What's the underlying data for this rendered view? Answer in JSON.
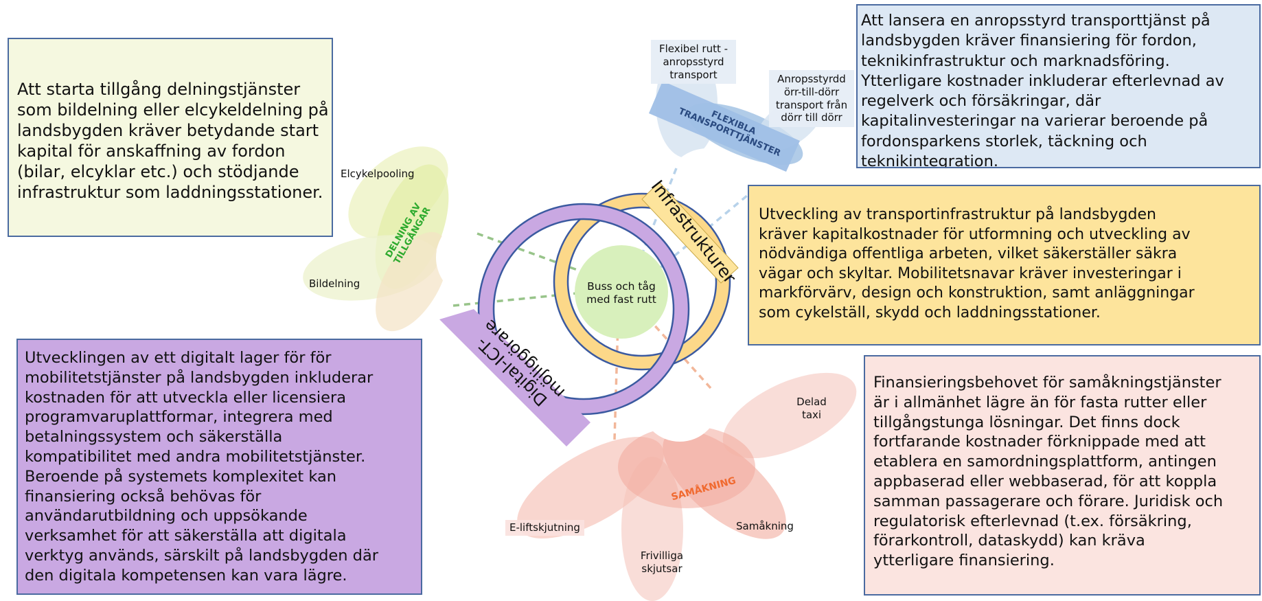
{
  "boxes": {
    "sharing": "Att starta tillgång delningstjänster\nsom bildelning eller elcykeldelning på\nlandsbygden kräver betydande start\nkapital för anskaffning av fordon\n(bilar, elcyklar etc.) och stödjande\ninfrastruktur som laddningsstationer.",
    "flexible": "Att lansera en anropsstyrd transporttjänst på\nlandsbygden kräver finansiering för fordon,\nteknikinfrastruktur och marknadsföring.\nYtterligare kostnader inkluderar efterlevnad av\nregelverk och försäkringar, där\nkapitalinvesteringar na varierar beroende på\nfordonsparkens storlek, täckning och\nteknikintegration.",
    "infrastructure": "Utveckling av transportinfrastruktur på landsbygden\nkräver kapitalkostnader för utformning och utveckling av\nnödvändiga offentliga arbeten, vilket säkerställer säkra\nvägar och skyltar. Mobilitetsnavar kräver investeringar i\nmarkförvärv, design och konstruktion, samt anläggningar\nsom cykelställ, skydd och laddningsstationer.",
    "digital": "Utvecklingen av ett digitalt lager för för\nmobilitetstjänster på landsbygden inkluderar\nkostnaden för att utveckla eller licensiera\nprogramvaruplattformar, integrera med\nbetalningssystem och säkerställa\nkompatibilitet med andra mobilitetstjänster.\nBeroende på systemets komplexitet kan\nfinansiering också behövas för\nanvändarutbildning och uppsökande\nverksamhet för att säkerställa att digitala\nverktyg används, särskilt på landsbygden där\nden digitala kompetensen kan vara lägre.",
    "carpool": "Finansieringsbehovet för samåkningstjänster\när i allmänhet lägre än för fasta rutter eller\ntillgångstunga lösningar. Det finns dock\nfortfarande kostnader förknippade med att\netablera en samordningsplattform, antingen\nappbaserad eller webbaserad, för att koppla\nsamman passagerare och förare. Juridisk och\nregulatorisk efterlevnad (t.ex. försäkring,\nförarkontroll, dataskydd) kan kräva\nytterligare finansiering."
  },
  "diagram": {
    "center": "Buss och tåg\nmed fast rutt",
    "infra_label": "Infrastrukturer",
    "digital_label": "Digital-ICT-\nmöjliggörare",
    "sharing_title": "DELNING AV\nTILLGÅNGAR",
    "sharing_items": [
      "Elcykelpooling",
      "Bildelning"
    ],
    "flex_title": "FLEXIBLA\nTRANSPORTTJÄNSTER",
    "flex_items": [
      "Flexibel rutt -\nanropsstyrd\ntransport",
      "Anropsstyrdd\nörr-till-dörr\ntransport från\ndörr till dörr"
    ],
    "carpool_title": "SAMÅKNING",
    "carpool_items": [
      "Delad\ntaxi",
      "E-liftskjutning",
      "Samåkning",
      "Frivilliga\nskjutsar"
    ]
  },
  "colors": {
    "sharing_box": "#f5f8e0",
    "flexible_box": "#dde8f4",
    "infrastructure_box": "#fde49c",
    "digital_box": "#c9a8e2",
    "carpool_box": "#fbe4e0",
    "sharing_accent": "#2eaa2e",
    "flex_accent": "#2a4a80",
    "carpool_accent": "#f06a30"
  }
}
